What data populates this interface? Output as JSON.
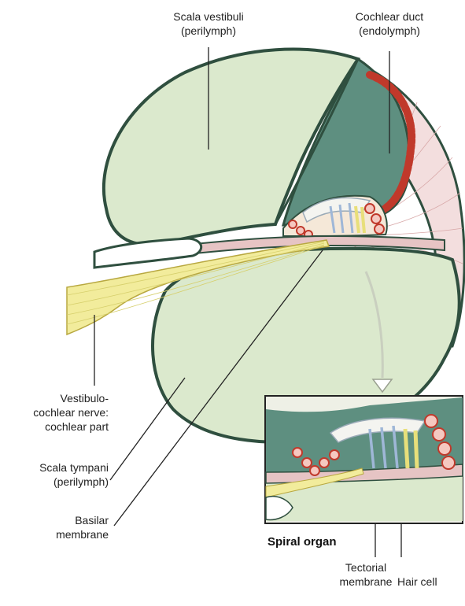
{
  "labels": {
    "scala_vestibuli": [
      "Scala vestibuli",
      "(perilymph)"
    ],
    "cochlear_duct": [
      "Cochlear duct",
      "(endolymph)"
    ],
    "vestibulocochlear_nerve": [
      "Vestibulo-",
      "cochlear nerve:",
      "cochlear part"
    ],
    "scala_tympani": [
      "Scala tympani",
      "(perilymph)"
    ],
    "basilar_membrane": [
      "Basilar",
      "membrane"
    ],
    "spiral_organ": "Spiral organ",
    "tectorial_membrane": [
      "Tectorial",
      "membrane"
    ],
    "hair_cell": "Hair cell"
  },
  "colors": {
    "chamber_fill": "#d8e8c8",
    "chamber_stroke": "#2f4f3f",
    "duct_fill": "#5f8f7f",
    "cells_red": "#c0392b",
    "cells_fill": "#f0d6c8",
    "nerve_yellow": "#f2ec9c",
    "tectorial_white": "#f4f4f0",
    "basilar_pink": "#e8c8c8",
    "hair_blue": "#9fb7d7"
  }
}
